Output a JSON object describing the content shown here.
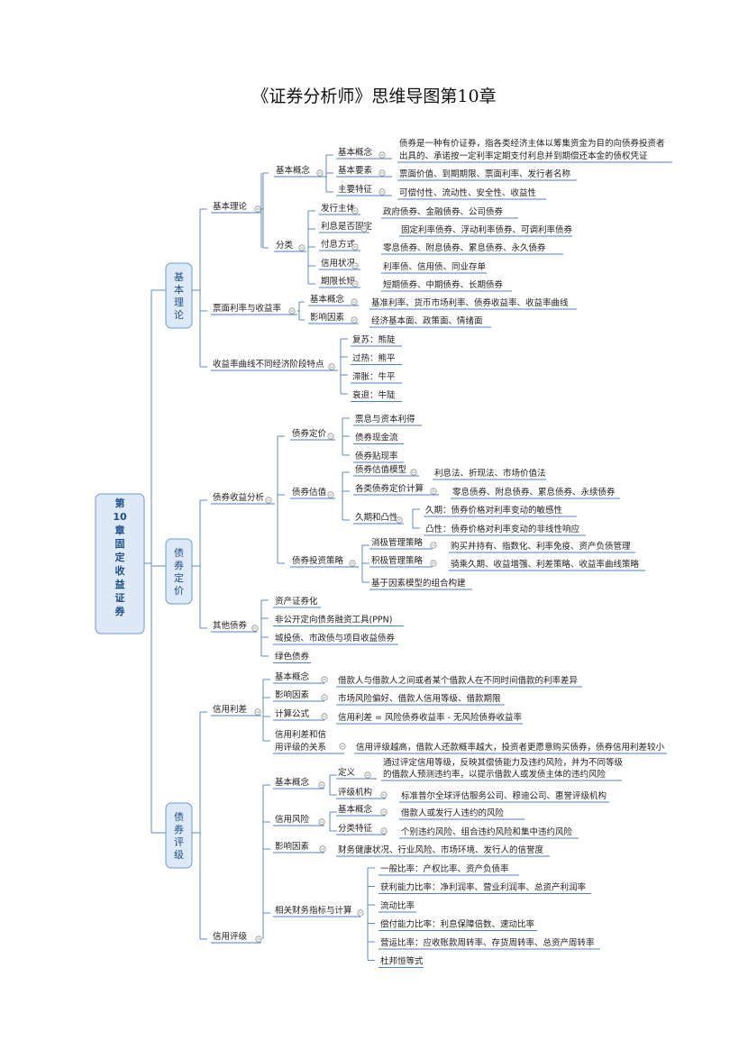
{
  "title": "《证券分析师》思维导图第10章",
  "root": {
    "label": "第10章固定收益证券",
    "children": [
      {
        "label": "基本理论",
        "children": [
          {
            "label": "基本理论",
            "children": [
              {
                "label": "基本概念",
                "children": [
                  {
                    "label": "基本概念",
                    "children": [
                      {
                        "label": "债券是一种有价证券，指各类经济主体以筹集资金为目的向债券投资者出具的、承诺按一定利率定期支付利息并到期偿还本金的债权凭证"
                      }
                    ]
                  },
                  {
                    "label": "基本要素",
                    "children": [
                      {
                        "label": "票面价值、到期期限、票面利率、发行者名称"
                      }
                    ]
                  },
                  {
                    "label": "主要特征",
                    "children": [
                      {
                        "label": "可偿付性、流动性、安全性、收益性"
                      }
                    ]
                  }
                ]
              },
              {
                "label": "分类",
                "children": [
                  {
                    "label": "发行主体",
                    "children": [
                      {
                        "label": "政府债券、金融债券、公司债券"
                      }
                    ]
                  },
                  {
                    "label": "利息是否固定",
                    "children": [
                      {
                        "label": "固定利率债券、浮动利率债券、可调利率债券"
                      }
                    ]
                  },
                  {
                    "label": "付息方式",
                    "children": [
                      {
                        "label": "零息债券、附息债券、累息债券、永久债券"
                      }
                    ]
                  },
                  {
                    "label": "信用状况",
                    "children": [
                      {
                        "label": "利率债、信用债、同业存单"
                      }
                    ]
                  },
                  {
                    "label": "期限长短",
                    "children": [
                      {
                        "label": "短期债券、中期债券、长期债券"
                      }
                    ]
                  }
                ]
              }
            ]
          },
          {
            "label": "票面利率与收益率",
            "children": [
              {
                "label": "基本概念",
                "children": [
                  {
                    "label": "基准利率、货币市场利率、债券收益率、收益率曲线"
                  }
                ]
              },
              {
                "label": "影响因素",
                "children": [
                  {
                    "label": "经济基本面、政策面、情绪面"
                  }
                ]
              }
            ]
          },
          {
            "label": "收益率曲线不同经济阶段特点",
            "children": [
              {
                "label": "复苏：熊陡"
              },
              {
                "label": "过热：熊平"
              },
              {
                "label": "滞胀：牛平"
              },
              {
                "label": "衰退：牛陡"
              }
            ]
          }
        ]
      },
      {
        "label": "债券定价",
        "children": [
          {
            "label": "债券收益分析",
            "children": [
              {
                "label": "债券定价",
                "children": [
                  {
                    "label": "票息与资本利得"
                  },
                  {
                    "label": "债券现金流"
                  },
                  {
                    "label": "债券贴现率"
                  }
                ]
              },
              {
                "label": "债券估值",
                "children": [
                  {
                    "label": "债券估值模型",
                    "children": [
                      {
                        "label": "利息法、折现法、市场价值法"
                      }
                    ]
                  },
                  {
                    "label": "各类债券定价计算",
                    "children": [
                      {
                        "label": "零息债券、附息债券、累息债券、永续债券"
                      }
                    ]
                  },
                  {
                    "label": "久期和凸性",
                    "children": [
                      {
                        "label": "久期：债券价格对利率变动的敏感性"
                      },
                      {
                        "label": "凸性：债券价格对利率变动的非线性响应"
                      }
                    ]
                  }
                ]
              },
              {
                "label": "债券投资策略",
                "children": [
                  {
                    "label": "消极管理策略",
                    "children": [
                      {
                        "label": "购买并持有、指数化、利率免疫、资产负债管理"
                      }
                    ]
                  },
                  {
                    "label": "积极管理策略",
                    "children": [
                      {
                        "label": "骑乘久期、收益增强、利差策略、收益率曲线策略"
                      }
                    ]
                  },
                  {
                    "label": "基于因素模型的组合构建"
                  }
                ]
              }
            ]
          },
          {
            "label": "其他债券",
            "children": [
              {
                "label": "资产证券化"
              },
              {
                "label": "非公开定向债务融资工具(PPN)"
              },
              {
                "label": "城投债、市政债与项目收益债券"
              },
              {
                "label": "绿色债券"
              }
            ]
          }
        ]
      },
      {
        "label": "债券评级",
        "children": [
          {
            "label": "信用利差",
            "children": [
              {
                "label": "基本概念",
                "children": [
                  {
                    "label": "借款人与借款人之间或者某个借款人在不同时间借款的利率差异"
                  }
                ]
              },
              {
                "label": "影响因素",
                "children": [
                  {
                    "label": "市场风险偏好、借款人信用等级、借款期限"
                  }
                ]
              },
              {
                "label": "计算公式",
                "children": [
                  {
                    "label": "信用利差 = 风险债券收益率 - 无风险债券收益率"
                  }
                ]
              },
              {
                "label": "信用利差和信用评级的关系",
                "children": [
                  {
                    "label": "信用评级越高，借款人还款概率越大，投资者更愿意购买债券，债券信用利差较小"
                  }
                ]
              }
            ]
          },
          {
            "label": "信用评级",
            "children": [
              {
                "label": "基本概念",
                "children": [
                  {
                    "label": "定义",
                    "children": [
                      {
                        "label": "通过评定信用等级，反映其偿债能力及违约风险，并为不同等级的借款人预测违约率，以提示借款人或发债主体的违约风险"
                      }
                    ]
                  },
                  {
                    "label": "评级机构",
                    "children": [
                      {
                        "label": "标准普尔全球评估服务公司、穆迪公司、惠誉评级机构"
                      }
                    ]
                  }
                ]
              },
              {
                "label": "信用风险",
                "children": [
                  {
                    "label": "基本概念",
                    "children": [
                      {
                        "label": "借款人或发行人违约的风险"
                      }
                    ]
                  },
                  {
                    "label": "分类特征",
                    "children": [
                      {
                        "label": "个别违约风险、组合违约风险和集中违约风险"
                      }
                    ]
                  }
                ]
              },
              {
                "label": "影响因素",
                "children": [
                  {
                    "label": "财务健康状况、行业风险、市场环境、发行人的信誉度"
                  }
                ]
              },
              {
                "label": "相关财务指标与计算",
                "children": [
                  {
                    "label": "一般比率：产权比率、资产负债率"
                  },
                  {
                    "label": "获利能力比率：净利润率、营业利润率、总资产利润率"
                  },
                  {
                    "label": "流动比率"
                  },
                  {
                    "label": "偿付能力比率：利息保障倍数、速动比率"
                  },
                  {
                    "label": "营运比率：应收账款周转率、存货周转率、总资产周转率"
                  },
                  {
                    "label": "杜邦恒等式"
                  }
                ]
              }
            ]
          }
        ]
      }
    ]
  }
}
